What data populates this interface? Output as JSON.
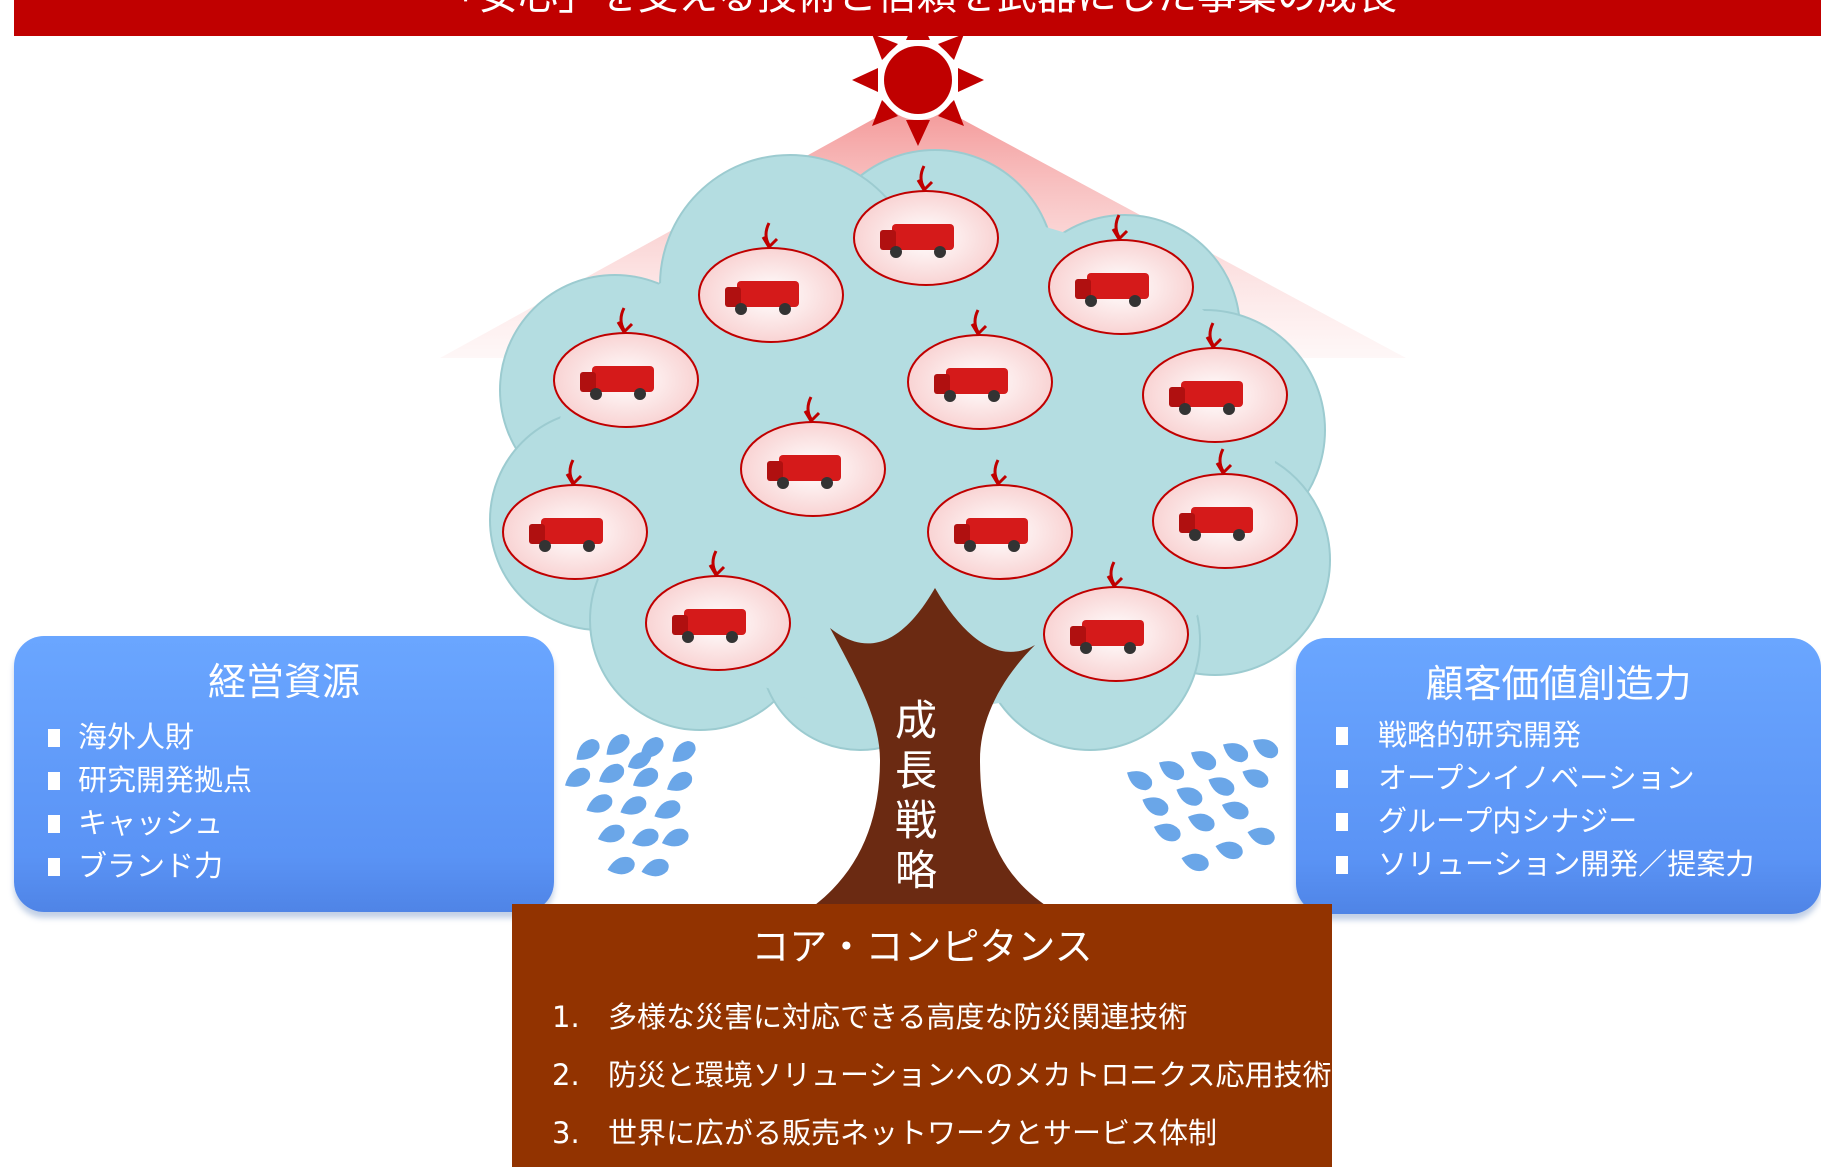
{
  "banner": {
    "text": "「安心」を支える技術と信頼を武器にした事業の成長"
  },
  "left_panel": {
    "title": "経営資源",
    "items": [
      "海外人財",
      "研究開発拠点",
      "キャッシュ",
      "ブランド力"
    ]
  },
  "right_panel": {
    "title": "顧客価値創造力",
    "items": [
      "戦略的研究開発",
      "オープンイノベーション",
      "グループ内シナジー",
      "ソリューション開発／提案力"
    ]
  },
  "trunk": {
    "chars": [
      "成",
      "長",
      "戦",
      "略"
    ]
  },
  "core": {
    "title": "コア・コンピタンス",
    "items": [
      {
        "num": "1.",
        "text": "多様な災害に対応できる高度な防災関連技術"
      },
      {
        "num": "2.",
        "text": "防災と環境ソリューションへのメカトロニクス応用技術"
      },
      {
        "num": "3.",
        "text": "世界に広がる販売ネットワークとサービス体制"
      }
    ]
  },
  "fruits": [
    {
      "icon": "aerial-ladder-truck-photo-icon"
    },
    {
      "icon": "tanker-trailer-photo-icon"
    },
    {
      "icon": "wind-turbine-photo-icon"
    },
    {
      "icon": "boom-fire-truck-photo-icon"
    },
    {
      "icon": "rescue-truck-photo-icon"
    },
    {
      "icon": "pump-fire-truck-photo-icon"
    },
    {
      "icon": "gas-extinguishing-system-photo-icon"
    },
    {
      "icon": "small-fire-engine-photo-icon"
    },
    {
      "icon": "ladder-truck-photo-icon"
    },
    {
      "icon": "environment-plant-photo-icon"
    },
    {
      "icon": "garbage-truck-photo-icon"
    },
    {
      "icon": "fire-extinguisher-photo-icon"
    }
  ],
  "colors": {
    "banner": "#c00000",
    "panel": "#5a93f5",
    "core": "#923300",
    "trunk": "#6b2a12",
    "canopy": "#b4dde1",
    "fruit": "#fde3e3",
    "sun": "#c00000",
    "rain": "#6aa6e8"
  }
}
